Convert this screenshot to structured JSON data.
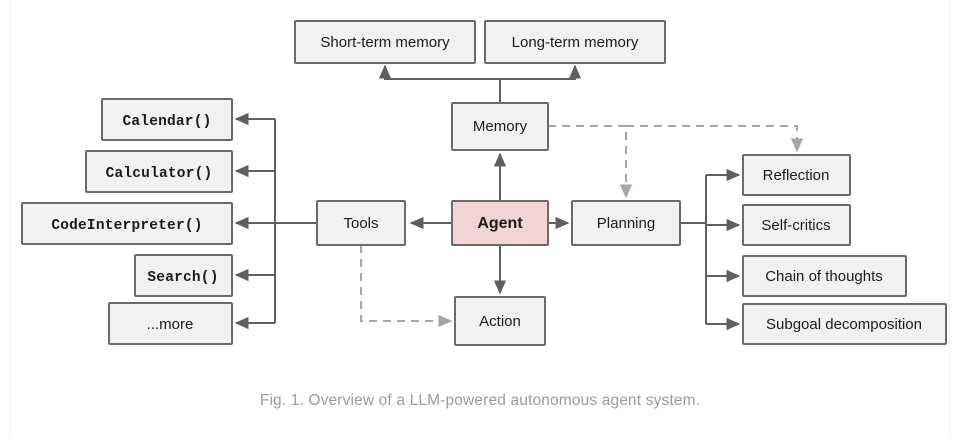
{
  "figure": {
    "caption": "Fig. 1. Overview of a LLM-powered autonomous agent system.",
    "colors": {
      "box_fill": "#f1f1f1",
      "box_stroke": "#6b6b6b",
      "accent_fill": "#f1d4d4",
      "edge_solid": "#5f5f5f",
      "edge_dashed": "#a6a6a6",
      "caption_text": "#9b9b9b",
      "background": "#ffffff"
    }
  },
  "nodes": {
    "agent": "Agent",
    "memory": "Memory",
    "short_term_memory": "Short-term memory",
    "long_term_memory": "Long-term memory",
    "tools": "Tools",
    "planning": "Planning",
    "action": "Action",
    "calendar": "Calendar()",
    "calculator": "Calculator()",
    "code_interpreter": "CodeInterpreter()",
    "search": "Search()",
    "more": "...more",
    "reflection": "Reflection",
    "self_critics": "Self-critics",
    "chain_of_thoughts": "Chain of thoughts",
    "subgoal_decomposition": "Subgoal decomposition"
  },
  "edges": [
    {
      "from": "Memory",
      "to": "Short-term memory",
      "style": "solid"
    },
    {
      "from": "Memory",
      "to": "Long-term memory",
      "style": "solid"
    },
    {
      "from": "Agent",
      "to": "Memory",
      "style": "solid"
    },
    {
      "from": "Agent",
      "to": "Tools",
      "style": "solid"
    },
    {
      "from": "Agent",
      "to": "Planning",
      "style": "solid"
    },
    {
      "from": "Agent",
      "to": "Action",
      "style": "solid"
    },
    {
      "from": "Tools",
      "to": "Calendar()",
      "style": "solid"
    },
    {
      "from": "Tools",
      "to": "Calculator()",
      "style": "solid"
    },
    {
      "from": "Tools",
      "to": "CodeInterpreter()",
      "style": "solid"
    },
    {
      "from": "Tools",
      "to": "Search()",
      "style": "solid"
    },
    {
      "from": "Tools",
      "to": "...more",
      "style": "solid"
    },
    {
      "from": "Planning",
      "to": "Reflection",
      "style": "solid"
    },
    {
      "from": "Planning",
      "to": "Self-critics",
      "style": "solid"
    },
    {
      "from": "Planning",
      "to": "Chain of thoughts",
      "style": "solid"
    },
    {
      "from": "Planning",
      "to": "Subgoal decomposition",
      "style": "solid"
    },
    {
      "from": "Tools",
      "to": "Action",
      "style": "dashed"
    },
    {
      "from": "Memory",
      "to": "Planning",
      "style": "dashed"
    },
    {
      "from": "Memory",
      "to": "Reflection",
      "style": "dashed"
    }
  ]
}
